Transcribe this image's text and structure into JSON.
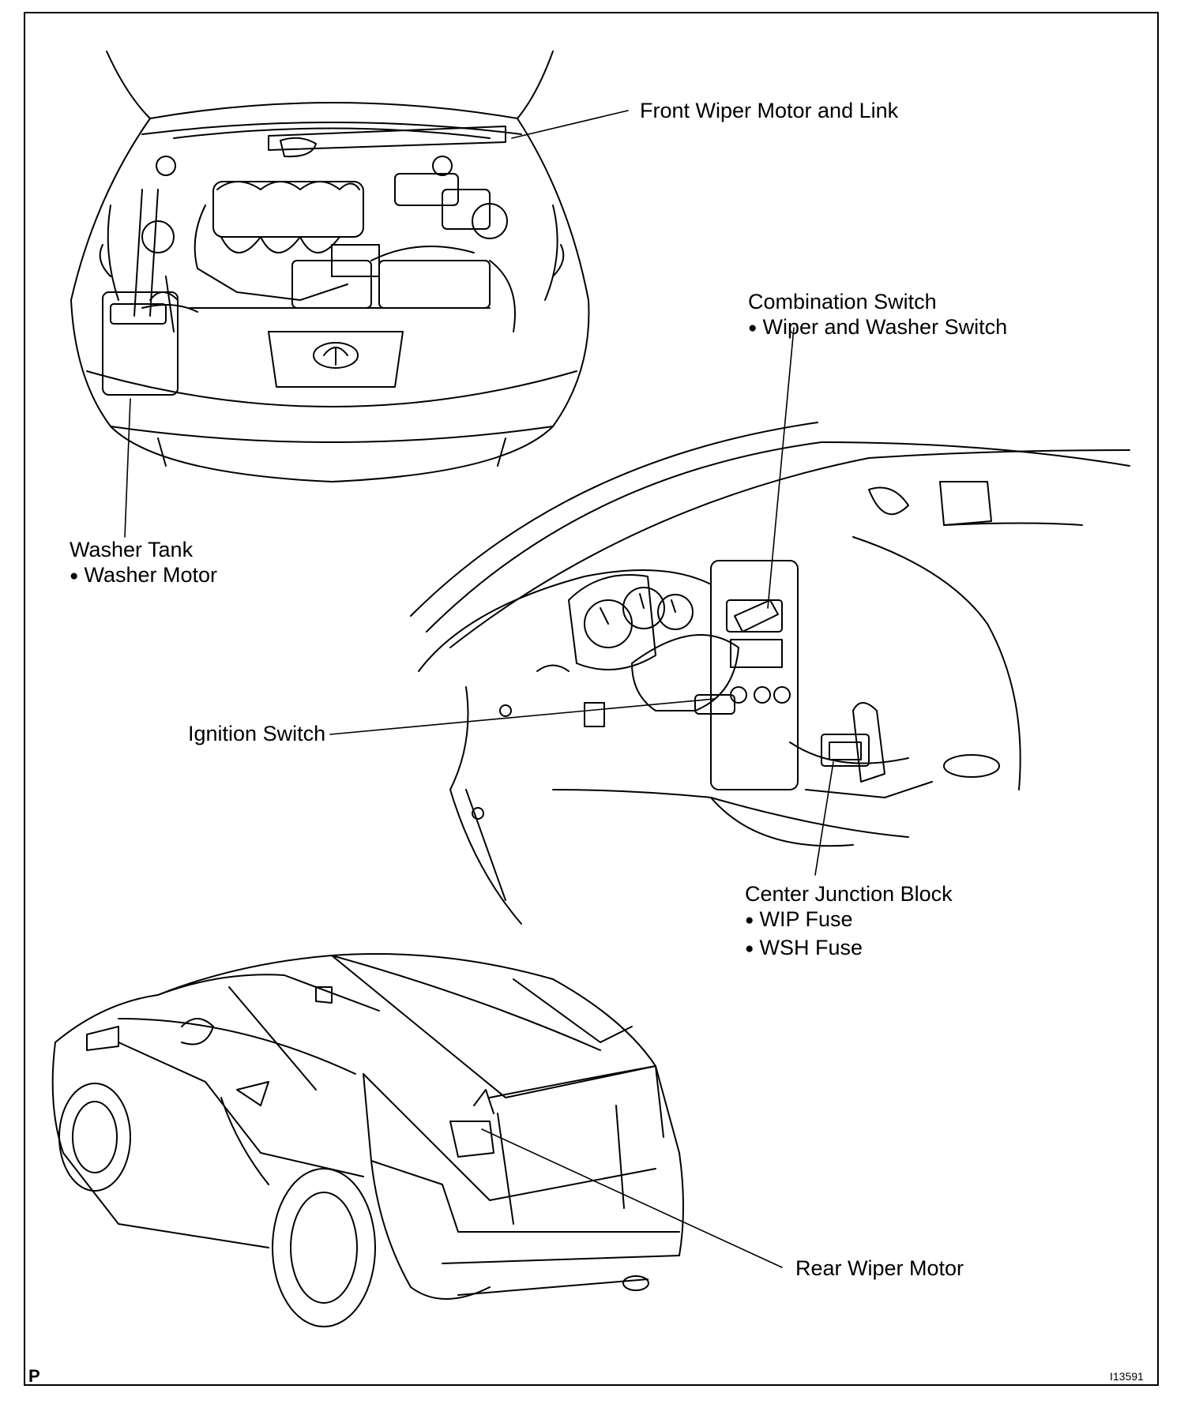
{
  "callouts": {
    "front_wiper": {
      "title": "Front Wiper Motor and Link"
    },
    "combination_switch": {
      "title": "Combination Switch",
      "items": [
        "Wiper and Washer Switch"
      ]
    },
    "washer_tank": {
      "title": "Washer Tank",
      "items": [
        "Washer Motor"
      ]
    },
    "ignition_switch": {
      "title": "Ignition Switch"
    },
    "center_junction_block": {
      "title": "Center Junction Block",
      "items": [
        "WIP Fuse",
        "WSH Fuse"
      ]
    },
    "rear_wiper": {
      "title": "Rear Wiper Motor"
    }
  },
  "footer": {
    "corner_mark": "P",
    "figure_id": "I13591"
  }
}
